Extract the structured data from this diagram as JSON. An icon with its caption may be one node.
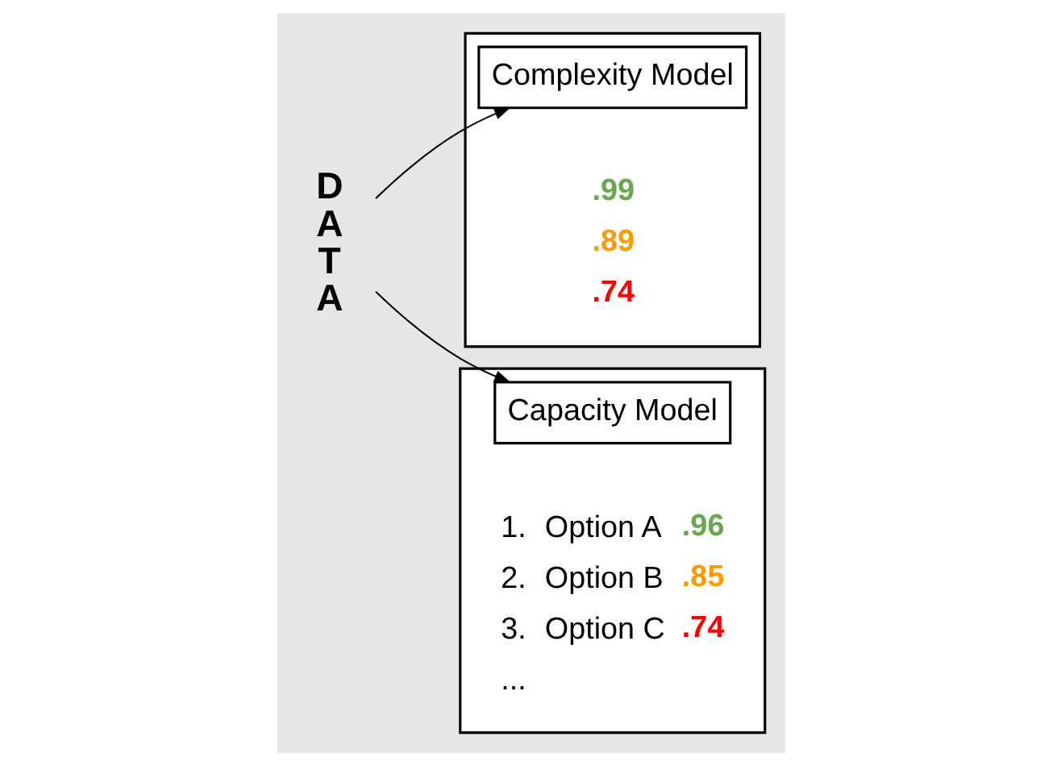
{
  "diagram": {
    "nodes": [
      {
        "text": [
          "D A T A"
        ]
      },
      {
        "text": [],
        "shape": "box"
      },
      {
        "text": [
          "Complexity Model"
        ],
        "in": 1
      },
      {
        "text": [],
        "shape": "box"
      },
      {
        "text": [
          "Capacity Model"
        ],
        "in": 3
      }
    ],
    "edges": [
      {
        "from": 0,
        "to": 2,
        "arrow": "to"
      },
      {
        "from": 0,
        "to": 4,
        "arrow": "to"
      }
    ],
    "labels": [
      ".99",
      ".89",
      ".74",
      "1.",
      "Option A",
      ".96",
      "2.",
      "Option B",
      ".85",
      "3.",
      "Option C",
      ".74",
      "..."
    ]
  }
}
